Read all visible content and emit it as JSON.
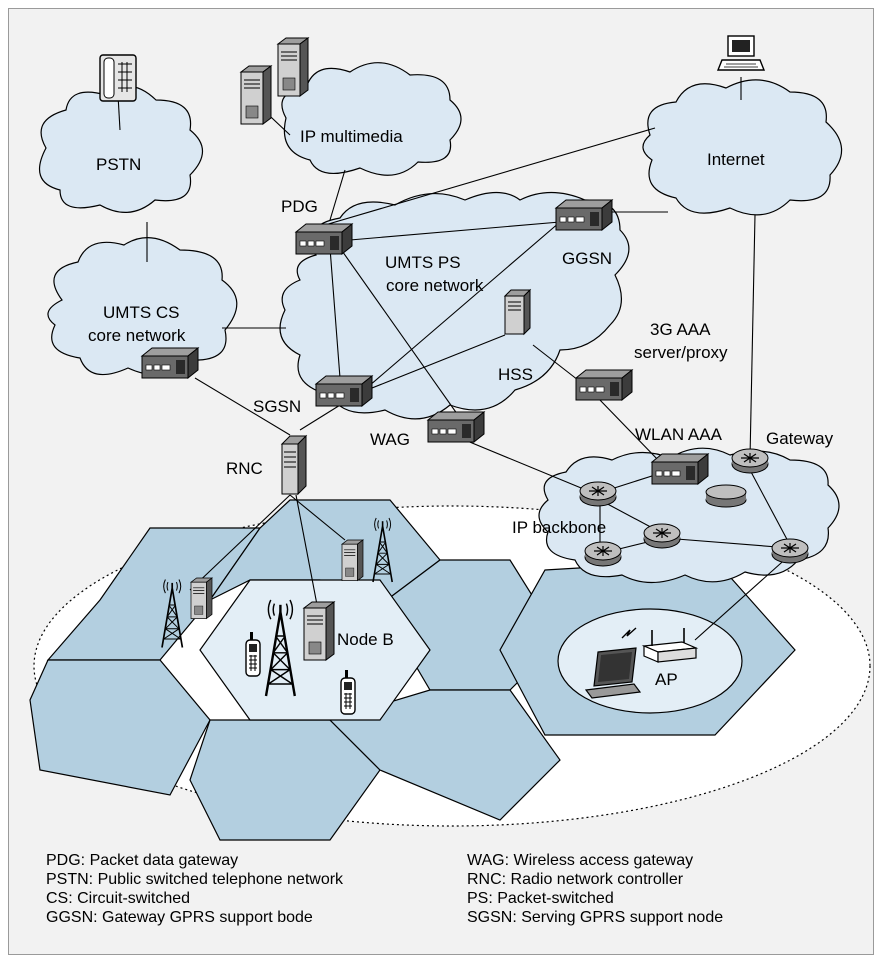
{
  "labels": {
    "pstn": "PSTN",
    "ip_multimedia": "IP multimedia",
    "internet": "Internet",
    "pdg": "PDG",
    "umts_ps_1": "UMTS PS",
    "umts_ps_2": "core network",
    "ggsn": "GGSN",
    "umts_cs_1": "UMTS CS",
    "umts_cs_2": "core network",
    "aaa_1": "3G AAA",
    "aaa_2": "server/proxy",
    "hss": "HSS",
    "sgsn": "SGSN",
    "wag": "WAG",
    "wlan_aaa": "WLAN AAA",
    "gateway": "Gateway",
    "rnc": "RNC",
    "ip_backbone": "IP backbone",
    "node_b": "Node B",
    "ap": "AP"
  },
  "legend": {
    "left": [
      "PDG: Packet data gateway",
      "PSTN: Public switched telephone network",
      "CS: Circuit-switched",
      "GGSN: Gateway GPRS support bode"
    ],
    "right": [
      "WAG: Wireless access gateway",
      "RNC: Radio network controller",
      "PS: Packet-switched",
      "SGSN: Serving GPRS support node"
    ]
  },
  "colors": {
    "cloud_fill": "#dbe8f3",
    "hex_dark": "#b3cfe0",
    "hex_light": "#e3eef6",
    "device_dark": "#5a5a5a",
    "device_light": "#bdbdbd"
  }
}
